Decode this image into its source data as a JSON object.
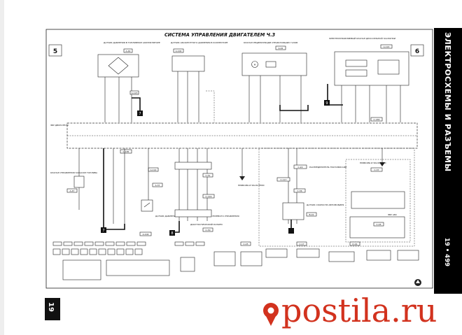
{
  "page": {
    "title": "СИСТЕМА УПРАВЛЕНИЯ ДВИГАТЕЛЕМ Ч.3",
    "sidebar_title": "ЭЛЕКТРОСХЕМЫ И РАЗЪЕМЫ",
    "page_number": "19 • 499",
    "chapter_number": "19",
    "section_left": "5",
    "section_right": "6",
    "watermark": "postila.ru"
  },
  "connectors": {
    "a44": "A-44",
    "a100": "A-100",
    "a42": "A-42",
    "a122": "A-122",
    "a123": "A-123",
    "c183": "C-183",
    "c185": "C-185",
    "a47": "A-47",
    "a114": "A-114",
    "a37": "A-37",
    "a104": "A-104",
    "c51": "C-51",
    "c119": "C-119",
    "c30": "C-30",
    "c22": "C-22",
    "c117": "C-117",
    "c36": "C-36",
    "b01": "B-01",
    "c37": "C-37",
    "c05": "C-05",
    "c25": "C-25",
    "c17": "C-17",
    "d01": "D-01"
  },
  "components": {
    "pressure_sensor": "ДАТЧИК ДАВЛЕНИЯ В ТОПЛИВНОМ АККУМУЛЯТОРЕ",
    "boost_sensor": "ДАТЧИК АБСОЛЮТНОГО ДАВЛЕНИЯ В КОЛЛЕКТОРЕ",
    "egr_valve": "КЛАПАН РЕЦИРКУЛЯЦИИ ОТРАБОТАВШИХ ГАЗОВ",
    "throttle_valve": "ЭЛЕКТРОУПРАВЛЯЕМЫЙ КЛАПАН ДРОССЕЛЬНОЙ ЗАСЛОНКИ",
    "ecu": "ЭБУ ДВИГАТЕЛЯ",
    "fuel_control_valve": "КЛАПАН УПРАВЛЕНИЯ ЗАПАСОМ ТОПЛИВА",
    "oil_pressure_switch": "ДАТЧИК ДАВЛЕНИЯ ЖИДКОСТИ ГИДРОУСИЛИТЕЛЯ РУЛЕВОГО УПРАВЛЕНИЯ",
    "diagnostic_connector": "ДИАГНОСТИЧЕСКИЙ РАЗЪЕМ",
    "speed_sensor": "ДАТЧИК СКОРОСТИ АВТОМОБИЛЯ",
    "distributor": "РАСПРЕДЕЛИТЕЛЬ ТРАНСМИССИИ",
    "to_devices_1": "ПРИБОРЫ И УКАЗАТЕЛИ",
    "to_devices_2": "ПРИБОРЫ И УКАЗАТЕЛИ",
    "ecu_asc": "ЭБУ АБС",
    "ground_a": "7",
    "ground_b": "8",
    "ground_c": "9"
  },
  "colors": {
    "watermark": "#d2321e",
    "sidebar": "#000000",
    "tab": "#111111",
    "ink": "#222222"
  },
  "icons": {
    "ground": "ground-symbol-icon",
    "motor": "motor-icon",
    "sensor": "sensor-bridge-icon",
    "logo": "mitsubishi-logo-icon"
  }
}
